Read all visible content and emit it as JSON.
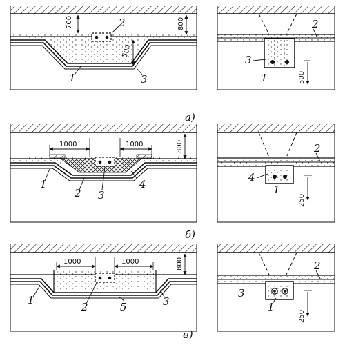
{
  "panel_a": {
    "caption": "а)",
    "dims": {
      "d700": "700",
      "d800": "800",
      "d500": "500",
      "d500_right": "500"
    },
    "labels": {
      "l1": "1",
      "l2": "2",
      "l3": "3",
      "r1": "1",
      "r2": "2",
      "r3": "3"
    }
  },
  "panel_b": {
    "caption": "б)",
    "dims": {
      "d1000_left": "1000",
      "d1000_right": "1000",
      "d800": "800",
      "d250_right": "250"
    },
    "labels": {
      "l1": "1",
      "l2": "2",
      "l3": "3",
      "l4": "4",
      "r1": "1",
      "r2": "2",
      "r4": "4"
    }
  },
  "panel_c": {
    "caption": "в)",
    "dims": {
      "d1000_left": "1000",
      "d1000_right": "1000",
      "d800": "800",
      "d250_right": "250"
    },
    "labels": {
      "l1": "1",
      "l2": "2",
      "l3": "3",
      "l5": "5",
      "r1": "1",
      "r2": "2",
      "r3": "3"
    }
  }
}
